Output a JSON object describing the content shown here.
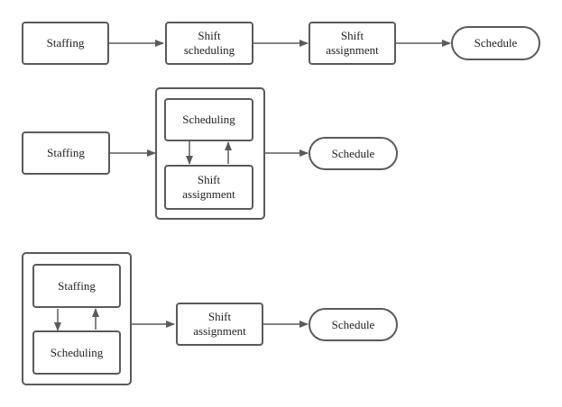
{
  "colors": {
    "stroke": "#5a5a5a",
    "text": "#222222",
    "background": "#ffffff"
  },
  "diagram_1": {
    "staffing": "Staffing",
    "shift_scheduling": "Shift\nscheduling",
    "shift_assignment": "Shift\nassignment",
    "schedule": "Schedule"
  },
  "diagram_2": {
    "staffing": "Staffing",
    "scheduling": "Scheduling",
    "shift_assignment": "Shift\nassignment",
    "schedule": "Schedule"
  },
  "diagram_3": {
    "staffing": "Staffing",
    "scheduling": "Scheduling",
    "shift_assignment": "Shift\nassignment",
    "schedule": "Schedule"
  }
}
